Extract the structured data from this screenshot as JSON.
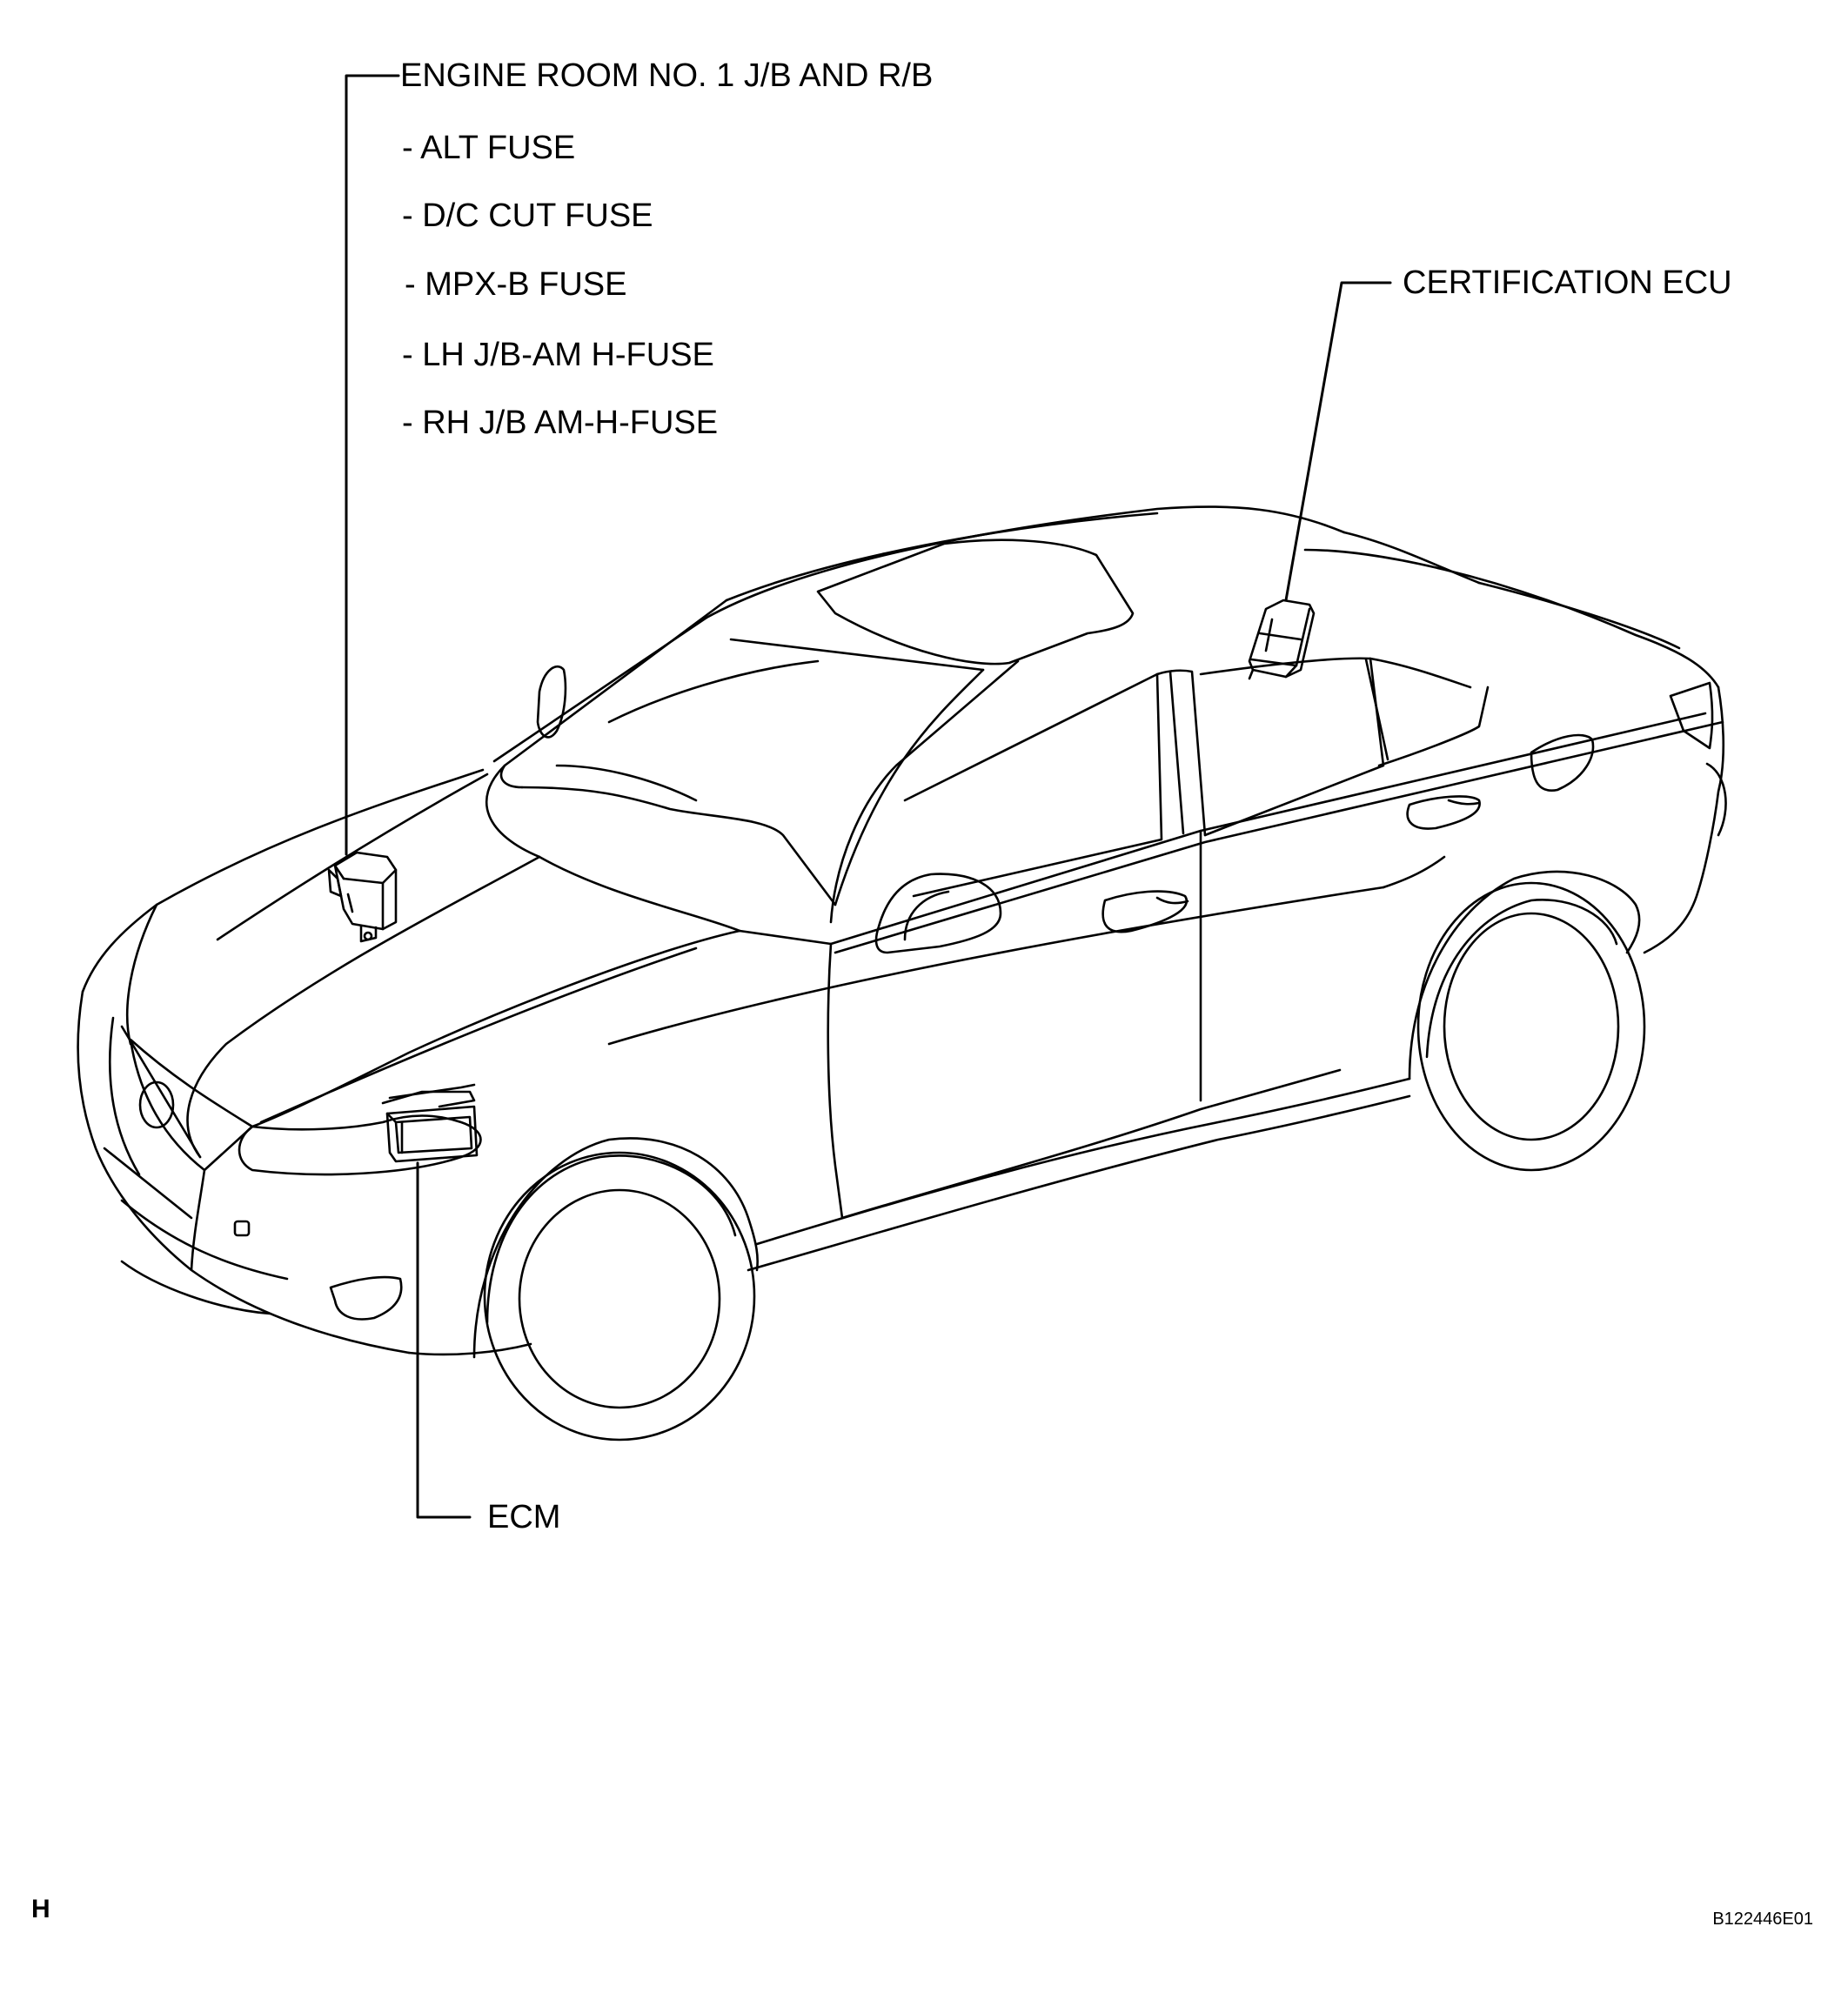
{
  "labels": {
    "engine_room_jb": "ENGINE ROOM NO. 1 J/B AND R/B",
    "fuses": [
      "- ALT FUSE",
      "- D/C CUT FUSE",
      "- MPX-B FUSE",
      "- LH J/B-AM H-FUSE",
      "- RH J/B AM-H-FUSE"
    ],
    "certification_ecu": "CERTIFICATION ECU",
    "ecm": "ECM"
  },
  "corner_mark": "H",
  "figure_code": "B122446E01",
  "colors": {
    "line": "#000000",
    "background": "#ffffff"
  }
}
